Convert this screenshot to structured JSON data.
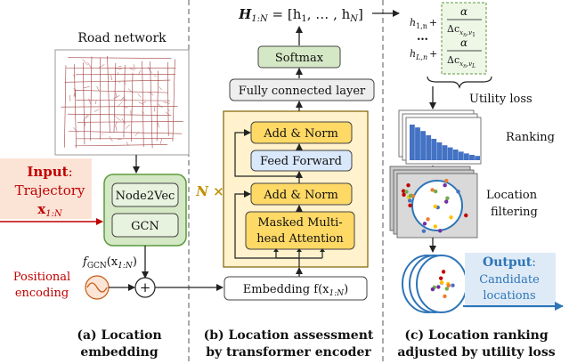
{
  "colors": {
    "input_red": "#c00000",
    "input_bg": "#fbe3d6",
    "embed_green_fill": "#d5e8c5",
    "embed_green_stroke": "#5b9a3c",
    "encoder_bg": "#fff2cc",
    "encoder_border": "#b8860b",
    "yellow_block": "#ffd966",
    "blue_block": "#dae8fc",
    "gray_block": "#eeeeee",
    "softmax_green": "#d5e8c5",
    "bar_blue": "#4472c4",
    "output_blue": "#2e75b6",
    "output_bg": "#deebf7",
    "dot_colors": [
      "#c00000",
      "#ed7d31",
      "#70ad47",
      "#4472c4",
      "#7030a0",
      "#ffc000"
    ]
  },
  "section_a": {
    "road_network_label": "Road network",
    "input_label": "Input",
    "input_colon": ":",
    "trajectory_label": "Trajectory",
    "trajectory_symbol": "x",
    "trajectory_subscript": "1:N",
    "node2vec_label": "Node2Vec",
    "gcn_label": "GCN",
    "fgcn_label": "f",
    "fgcn_sub": "GCN",
    "fgcn_arg": "(x",
    "fgcn_arg_sub": "1:N",
    "fgcn_close": ")",
    "positional_label_line1": "Positional",
    "positional_label_line2": "encoding",
    "plus_symbol": "+",
    "caption_line1": "(a) Location",
    "caption_line2": "embedding"
  },
  "section_b": {
    "h_formula": "H",
    "h_formula_sub": "1:N",
    "h_formula_rest": " = [h",
    "h1_sub": "1",
    "h_mid": ", … , h",
    "hN_sub": "N",
    "h_end": "]",
    "softmax_label": "Softmax",
    "fc_label": "Fully connected layer",
    "add_norm_top": "Add & Norm",
    "feed_forward": "Feed Forward",
    "add_norm_bottom": "Add & Norm",
    "masked_line1": "Masked Multi-",
    "masked_line2": "head Attention",
    "n_times": "N ×",
    "embedding_label": "Embedding f(x",
    "embedding_sub": "1:N",
    "embedding_close": ")",
    "caption_line1": "(b) Location assessment",
    "caption_line2": "by transformer encoder"
  },
  "section_c": {
    "h1n_label": "h",
    "h1n_sub": "1,n",
    "hLn_label": "h",
    "hLn_sub": "L,n",
    "plus": "+",
    "dots": "…",
    "alpha": "α",
    "delta_c": "Δc",
    "delta_sub_1": "x",
    "delta_sub_1b": "n",
    "delta_sub_1c": ",v",
    "delta_sub_1d": "1",
    "delta_sub_L": "L",
    "utility_loss_label": "Utility loss",
    "ranking_label": "Ranking",
    "filtering_line1": "Location",
    "filtering_line2": "filtering",
    "output_label": "Output",
    "output_colon": ":",
    "candidate_line1": "Candidate",
    "candidate_line2": "locations",
    "caption_line1": "(c) Location ranking",
    "caption_line2": "adjusted by utility loss",
    "ranking_bar_values": [
      1.0,
      0.92,
      0.82,
      0.7,
      0.6,
      0.5,
      0.42,
      0.36,
      0.3,
      0.24,
      0.19,
      0.15,
      0.12
    ]
  }
}
